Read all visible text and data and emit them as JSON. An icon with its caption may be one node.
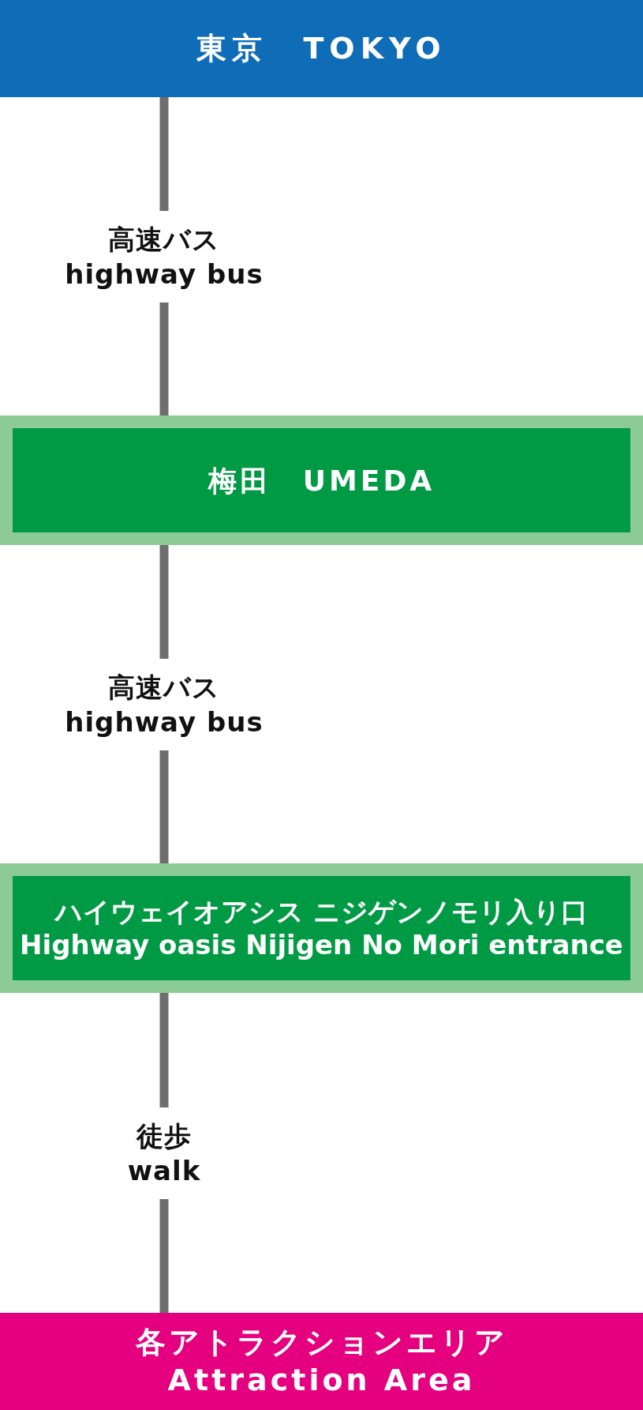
{
  "diagram": {
    "nodes": [
      {
        "text": [
          "東京　TOKYO"
        ]
      },
      {
        "text": [
          "梅田　UMEDA"
        ]
      },
      {
        "text": [
          "ハイウェイオアシス ニジゲンノモリ入り口",
          "Highway oasis Nijigen No Mori entrance"
        ]
      },
      {
        "text": [
          "各アトラクションエリア",
          "Attraction Area"
        ]
      }
    ],
    "edges": [
      {
        "from": 0,
        "to": 1,
        "arrow": "none",
        "label": "高速バス highway bus"
      },
      {
        "from": 1,
        "to": 2,
        "arrow": "none",
        "label": "高速バス highway bus"
      },
      {
        "from": 2,
        "to": 3,
        "arrow": "none",
        "label": "徒歩 walk"
      }
    ]
  }
}
